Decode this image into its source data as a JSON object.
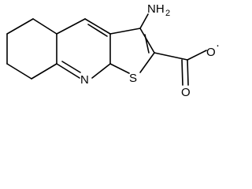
{
  "molecule": {
    "atoms": {
      "amino": "NH",
      "amino_subscript": "2",
      "ring_nitrogen": "N",
      "sulfur": "S",
      "carbonyl_oxygen": "O",
      "oxy_oxygen": "O",
      "radical_dot": "·"
    },
    "colors": {
      "bond": "#000000",
      "label": "#000000",
      "background": "#ffffff"
    }
  }
}
